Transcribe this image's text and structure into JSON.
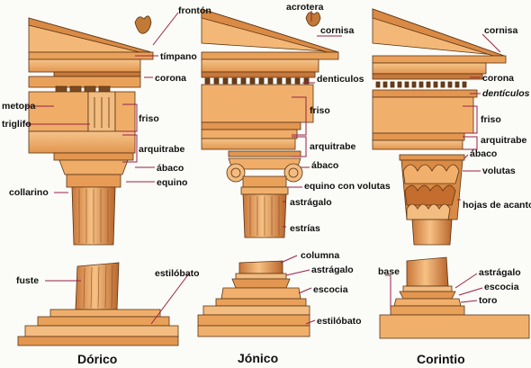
{
  "columns": {
    "doric": {
      "title": "Dórico",
      "labels": {
        "fronton": "frontón",
        "timpano": "tímpano",
        "corona": "corona",
        "metopa": "metopa",
        "triglifo": "triglifo",
        "friso": "friso",
        "arquitrabe": "arquitrabe",
        "abaco": "ábaco",
        "equino": "equino",
        "collarino": "collarino",
        "fuste": "fuste",
        "estilobato": "estilóbato"
      }
    },
    "ionic": {
      "title": "Jónico",
      "labels": {
        "acrotera": "acrotera",
        "cornisa": "cornisa",
        "denticulos": "denticulos",
        "friso": "friso",
        "arquitrabe": "arquitrabe",
        "abaco": "ábaco",
        "equino_volutas": "equino con volutas",
        "astragalo": "astrágalo",
        "estrias": "estrías",
        "columna": "columna",
        "astragalo_base": "astrágalo",
        "escocia": "escocia",
        "estilobato": "estilóbato"
      }
    },
    "corinthian": {
      "title": "Corintio",
      "labels": {
        "cornisa": "cornisa",
        "corona": "corona",
        "denticulos": "dentículos",
        "friso": "friso",
        "arquitrabe": "arquitrabe",
        "abaco": "ábaco",
        "volutas": "volutas",
        "hojas_acanto": "hojas de acanto",
        "base": "base",
        "astragalo": "astrágalo",
        "escocia": "escocia",
        "toro": "toro"
      }
    }
  },
  "colors": {
    "stone": "#e9a15a",
    "stone_light": "#f7c98f",
    "stone_dark": "#b9662c",
    "outline": "#5a3414",
    "leader": "#9a1f4a"
  }
}
